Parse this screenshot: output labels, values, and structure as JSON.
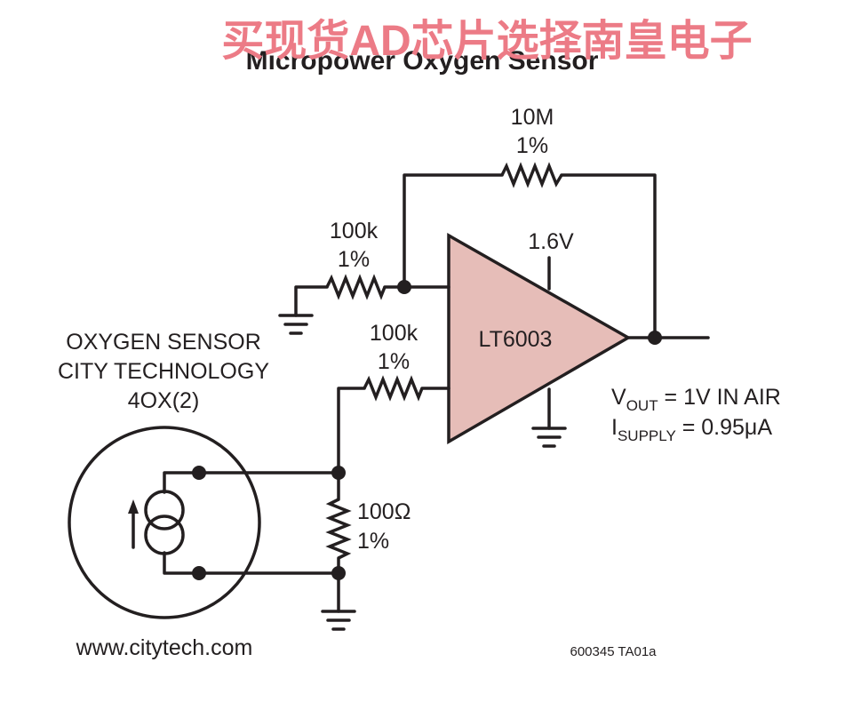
{
  "title": "Micropower Oxygen Sensor",
  "watermark": "买现货AD芯片选择南皇电子",
  "opamp": {
    "label": "LT6003",
    "supply": "1.6V",
    "fill_color": "#e6bdb8"
  },
  "feedback_resistor": {
    "value": "10M",
    "tolerance": "1%"
  },
  "input_resistor_top": {
    "value": "100k",
    "tolerance": "1%"
  },
  "input_resistor_bottom": {
    "value": "100k",
    "tolerance": "1%"
  },
  "load_resistor": {
    "value": "100Ω",
    "tolerance": "1%"
  },
  "sensor": {
    "line1": "OXYGEN SENSOR",
    "line2": "CITY TECHNOLOGY",
    "line3": "4OX(2)",
    "url": "www.citytech.com"
  },
  "specs": {
    "vout_main": "V",
    "vout_sub": "OUT",
    "vout_rest": " = 1V IN AIR",
    "isupply_main": "I",
    "isupply_sub": "SUPPLY",
    "isupply_rest": " = 0.95μA"
  },
  "figure_code": "600345 TA01a"
}
